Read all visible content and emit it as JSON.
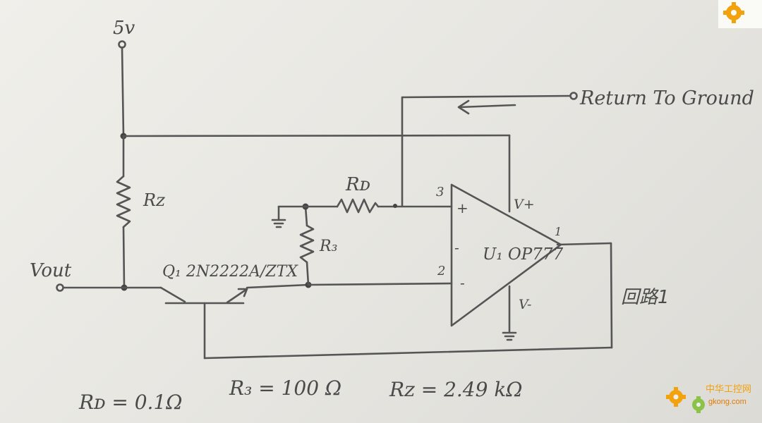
{
  "labels": {
    "supply": "5v",
    "return": "Return To Ground",
    "rd": "Rᴅ",
    "r2": "Rᴢ",
    "r3": "R₃",
    "vout": "Vout",
    "q1": "Q₁ 2N2222A/ZTX",
    "u1": "U₁ OP777",
    "vplus": "V+",
    "vminus": "V-",
    "pin3": "3",
    "pin2": "2",
    "pin1": "1",
    "plus_sign": "+",
    "minus_sign": "-",
    "minus_sign2": "-",
    "loop": "回路1"
  },
  "values": {
    "rd_value": "Rᴅ = 0.1Ω",
    "r3_value": "R₃ = 100 Ω",
    "r2_value": "Rᴢ = 2.49 kΩ"
  },
  "watermark": {
    "text_cn": "中华工控网",
    "text_url": "gkong.com"
  },
  "colors": {
    "ink": "#4a4a4a",
    "watermark_orange": "#f2a20c",
    "watermark_green": "#8bc34a"
  }
}
